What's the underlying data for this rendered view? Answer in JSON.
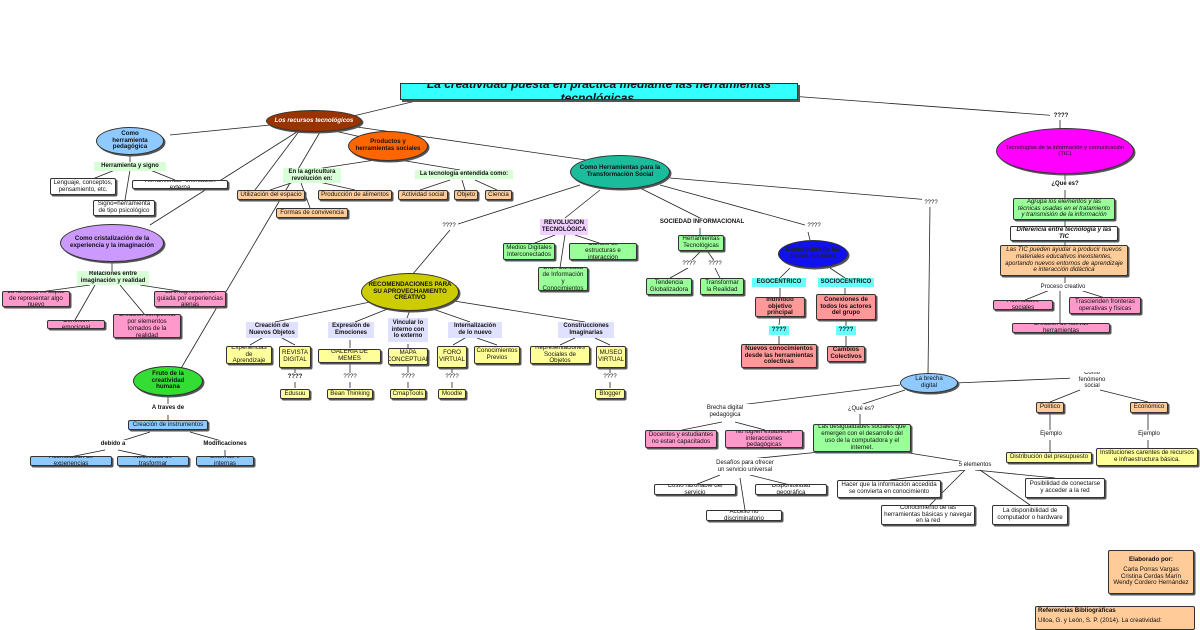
{
  "title": "La creatividad puesta en práctica mediante las herramientas tecnológicas.",
  "nodes": {
    "recursos": "Los recursos tecnológicos",
    "pedagogica": "Como herramienta pedagógica",
    "herramienta_signo": "Herramienta y signo",
    "lenguaje": "Lenguaje, conceptos, pensamiento, etc.",
    "herramientas_orient": "Herramientas=orientación externa",
    "signo_herr": "Signo=herramienta de tipo psicológico",
    "cristalizacion": "Como cristalización de la experiencia y la imaginación",
    "relaciones": "Relaciones entre imaginación y realidad",
    "fantasia": "La fantasía es capaz de representar algo nuevo",
    "imaginacion_guiada": "La imaginación es guiada por experiencias ajenas",
    "conexion": "Conexión emocional",
    "creacion_comp": "Creación compuesta por elementos tomados de la realidad",
    "fruto": "Fruto de la creatividad humana",
    "a_traves": "A traves de",
    "creacion_instr": "Creación de instrumentos",
    "debido": "debido a",
    "modificaciones": "Modificaciones",
    "acumulacion": "Acumulación de experiencias",
    "necesidad": "Necesidad de trasformar",
    "externas": "Externas e internas",
    "productos": "Productos y herramientas sociales",
    "agricultura": "En la agricultura revolución en:",
    "utilizacion": "Utilización del espacio",
    "produccion": "Producción de alimentos",
    "formas": "Formas de convivencia",
    "tecnologia_como": "La tecnología entendida como:",
    "actividad": "Actividad social",
    "objeto": "Objeto",
    "ciencia": "Ciencia",
    "transformacion": "Como Herramientas para la Transformación Social",
    "revolucion": "REVOLUCIÓN TECNOLÓGICA",
    "medios": "Medios Digitales Interconectados",
    "cambio": "Cambio de estructuras e interacción",
    "gran_cantidad": "Gran Cantidad de Información y Conocimientos",
    "sociedad": "SOCIEDAD INFORMACIONAL",
    "herr_tecno": "Herramientas Tecnológicas",
    "tendencia": "Tendencia Globalizadora",
    "transformar": "Transformar la Realidad",
    "sin_dudas_conceptos": "Concepción de las Redes Sociales",
    "egocentrico": "EGOCÉNTRICO",
    "sociocentrico": "SOCIOCÉNTRICO",
    "individuo": "Individuo objetivo principal",
    "conexiones": "Conexiones de todos los actores del grupo",
    "nuevos_conoc": "Nuevos conocimientos desde las herramientas colectivas",
    "cambios_col": "Cambios Colectivos",
    "recomendaciones": "RECOMENDACIONES PARA SU APROVECHAMIENTO CREATIVO",
    "creacion_obj": "Creación de Nuevos Objetos",
    "expresion": "Expresión de Emociones",
    "vincular": "Vincular lo interno con lo externo",
    "internalizacion": "Internalización de lo nuevo",
    "construcciones": "Construcciones Imaginarias",
    "experiencias": "Experiencias de Aprendizaje",
    "revista": "REVISTA DIGITAL",
    "galeria": "GALERÍA DE MEMES",
    "mapa": "MAPA CONCEPTUAL",
    "foro": "FORO VIRTUAL",
    "conocimientos": "Conocimientos Previos",
    "representaciones": "Representaciones Sociales de Objetos",
    "museo": "MUSEO VIRTUAL",
    "edusuu": "Edusuu",
    "bean": "Bean Thinking",
    "cmap": "CmapTools",
    "moodle": "Moodle",
    "blogger": "Blogger",
    "tic": "Tecnologías de la información y comunicación (TIC)",
    "que_es": "¿Qué es?",
    "agrupa": "Agrupa los elementos y las técnicas usadas en el tratamiento y transmisión de la información",
    "diferencia": "Diferencia entre tecnología y las TIC",
    "las_tic": "Las TIC pueden ayudar a producir nuevos materiales educativos inexistentes, aportando nuevos entornos de aprendizaje e interacción didáctica",
    "proceso": "Proceso creativo",
    "actividades": "Actividades sociales",
    "trascienden": "Trascienden fronteras operativas y físicas",
    "creacion_herr": "Creación de nuevas herramientas",
    "brecha": "La brecha digital",
    "fenomeno": "Como fenómeno social",
    "brecha_ped": "Brecha digital pedagógica",
    "que_es2": "¿Qué es?",
    "politico": "Político",
    "economico": "Económico",
    "ejemplo1": "Ejemplo",
    "ejemplo2": "Ejemplo",
    "distribucion": "Distribución del presupuesto",
    "instituciones": "Instituciones carentes de recursos e infraestructura básica.",
    "docentes": "Docentes y estudiantes no estan capacitados",
    "no_logren": "No logren establecer interacciones pedagógicas",
    "desigualdades": "Las desigualdades sociales que emergen con el desarrollo del uso de la computadora y el internet.",
    "desafios": "Desafíos para ofrecer un servicio universal",
    "elementos": "5 elementos",
    "costo": "Costo razonable del servicio",
    "disponibilidad": "Disponibilidad geográfica",
    "acceso": "Acceso no discriminatorio",
    "hacer": "Hacer que la información accedida se convierta en conocimiento",
    "posibilidad": "Posibilidad de conectarse y acceder a la red",
    "conocimiento_herr": "Conocimiento de las herramientas básicas y navegar en la red",
    "la_disp": "La disponibilidad de computador o hardware",
    "q": "????"
  },
  "credits": {
    "heading": "Elaborado por:",
    "authors": [
      "Carla Porras Vargas",
      "Cristina Cerdas Marín",
      "Wendy Cordero Hernández"
    ]
  },
  "references": {
    "heading": "Referencias Bibliográficas",
    "first": "Ulloa, G. y León, S. P. (2014). La creatividad:"
  },
  "colors": {
    "title": "#33ffff",
    "brown": "#993300",
    "orange": "#ff6600",
    "teal": "#1abc9c",
    "magenta": "#ff00ff",
    "blue_ellipse": "#8ec9ff",
    "purple": "#cc99ff",
    "green": "#33dd33",
    "olive": "#cccc00",
    "navy": "#1111ee",
    "light_green": "#99ff99",
    "pink": "#ff99cc",
    "salmon": "#ffcc99",
    "yellow": "#ffff99",
    "cyan_label": "#66ffff",
    "red_box": "#ff9999"
  }
}
